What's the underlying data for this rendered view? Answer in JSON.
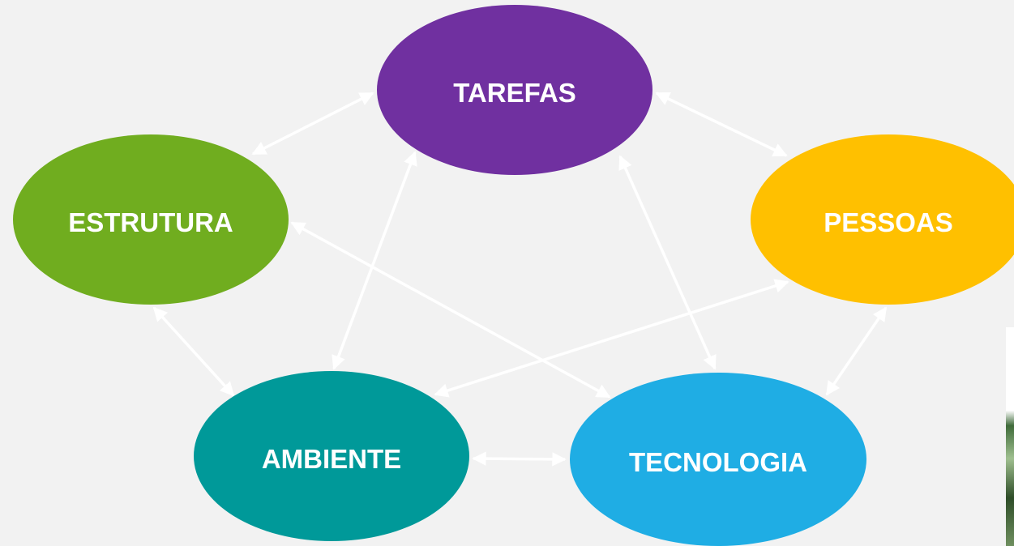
{
  "nodes": {
    "tarefas": {
      "label": "TAREFAS",
      "color": "#7030a0"
    },
    "estrutura": {
      "label": "ESTRUTURA",
      "color": "#70ad1f"
    },
    "pessoas": {
      "label": "PESSOAS",
      "color": "#ffc000"
    },
    "ambiente": {
      "label": "AMBIENTE",
      "color": "#009999"
    },
    "tecnologia": {
      "label": "TECNOLOGIA",
      "color": "#1fade4"
    }
  },
  "edges": [
    {
      "from": "TAREFAS",
      "to": "ESTRUTURA",
      "directed": "both"
    },
    {
      "from": "TAREFAS",
      "to": "PESSOAS",
      "directed": "both"
    },
    {
      "from": "TAREFAS",
      "to": "AMBIENTE",
      "directed": "both"
    },
    {
      "from": "TAREFAS",
      "to": "TECNOLOGIA",
      "directed": "both"
    },
    {
      "from": "ESTRUTURA",
      "to": "AMBIENTE",
      "directed": "both"
    },
    {
      "from": "ESTRUTURA",
      "to": "TECNOLOGIA",
      "directed": "both"
    },
    {
      "from": "PESSOAS",
      "to": "AMBIENTE",
      "directed": "both"
    },
    {
      "from": "PESSOAS",
      "to": "TECNOLOGIA",
      "directed": "both"
    },
    {
      "from": "AMBIENTE",
      "to": "TECNOLOGIA",
      "directed": "both"
    }
  ],
  "theme": {
    "background": "#f2f2f2",
    "edge_color": "#ffffff",
    "label_color": "#ffffff"
  }
}
